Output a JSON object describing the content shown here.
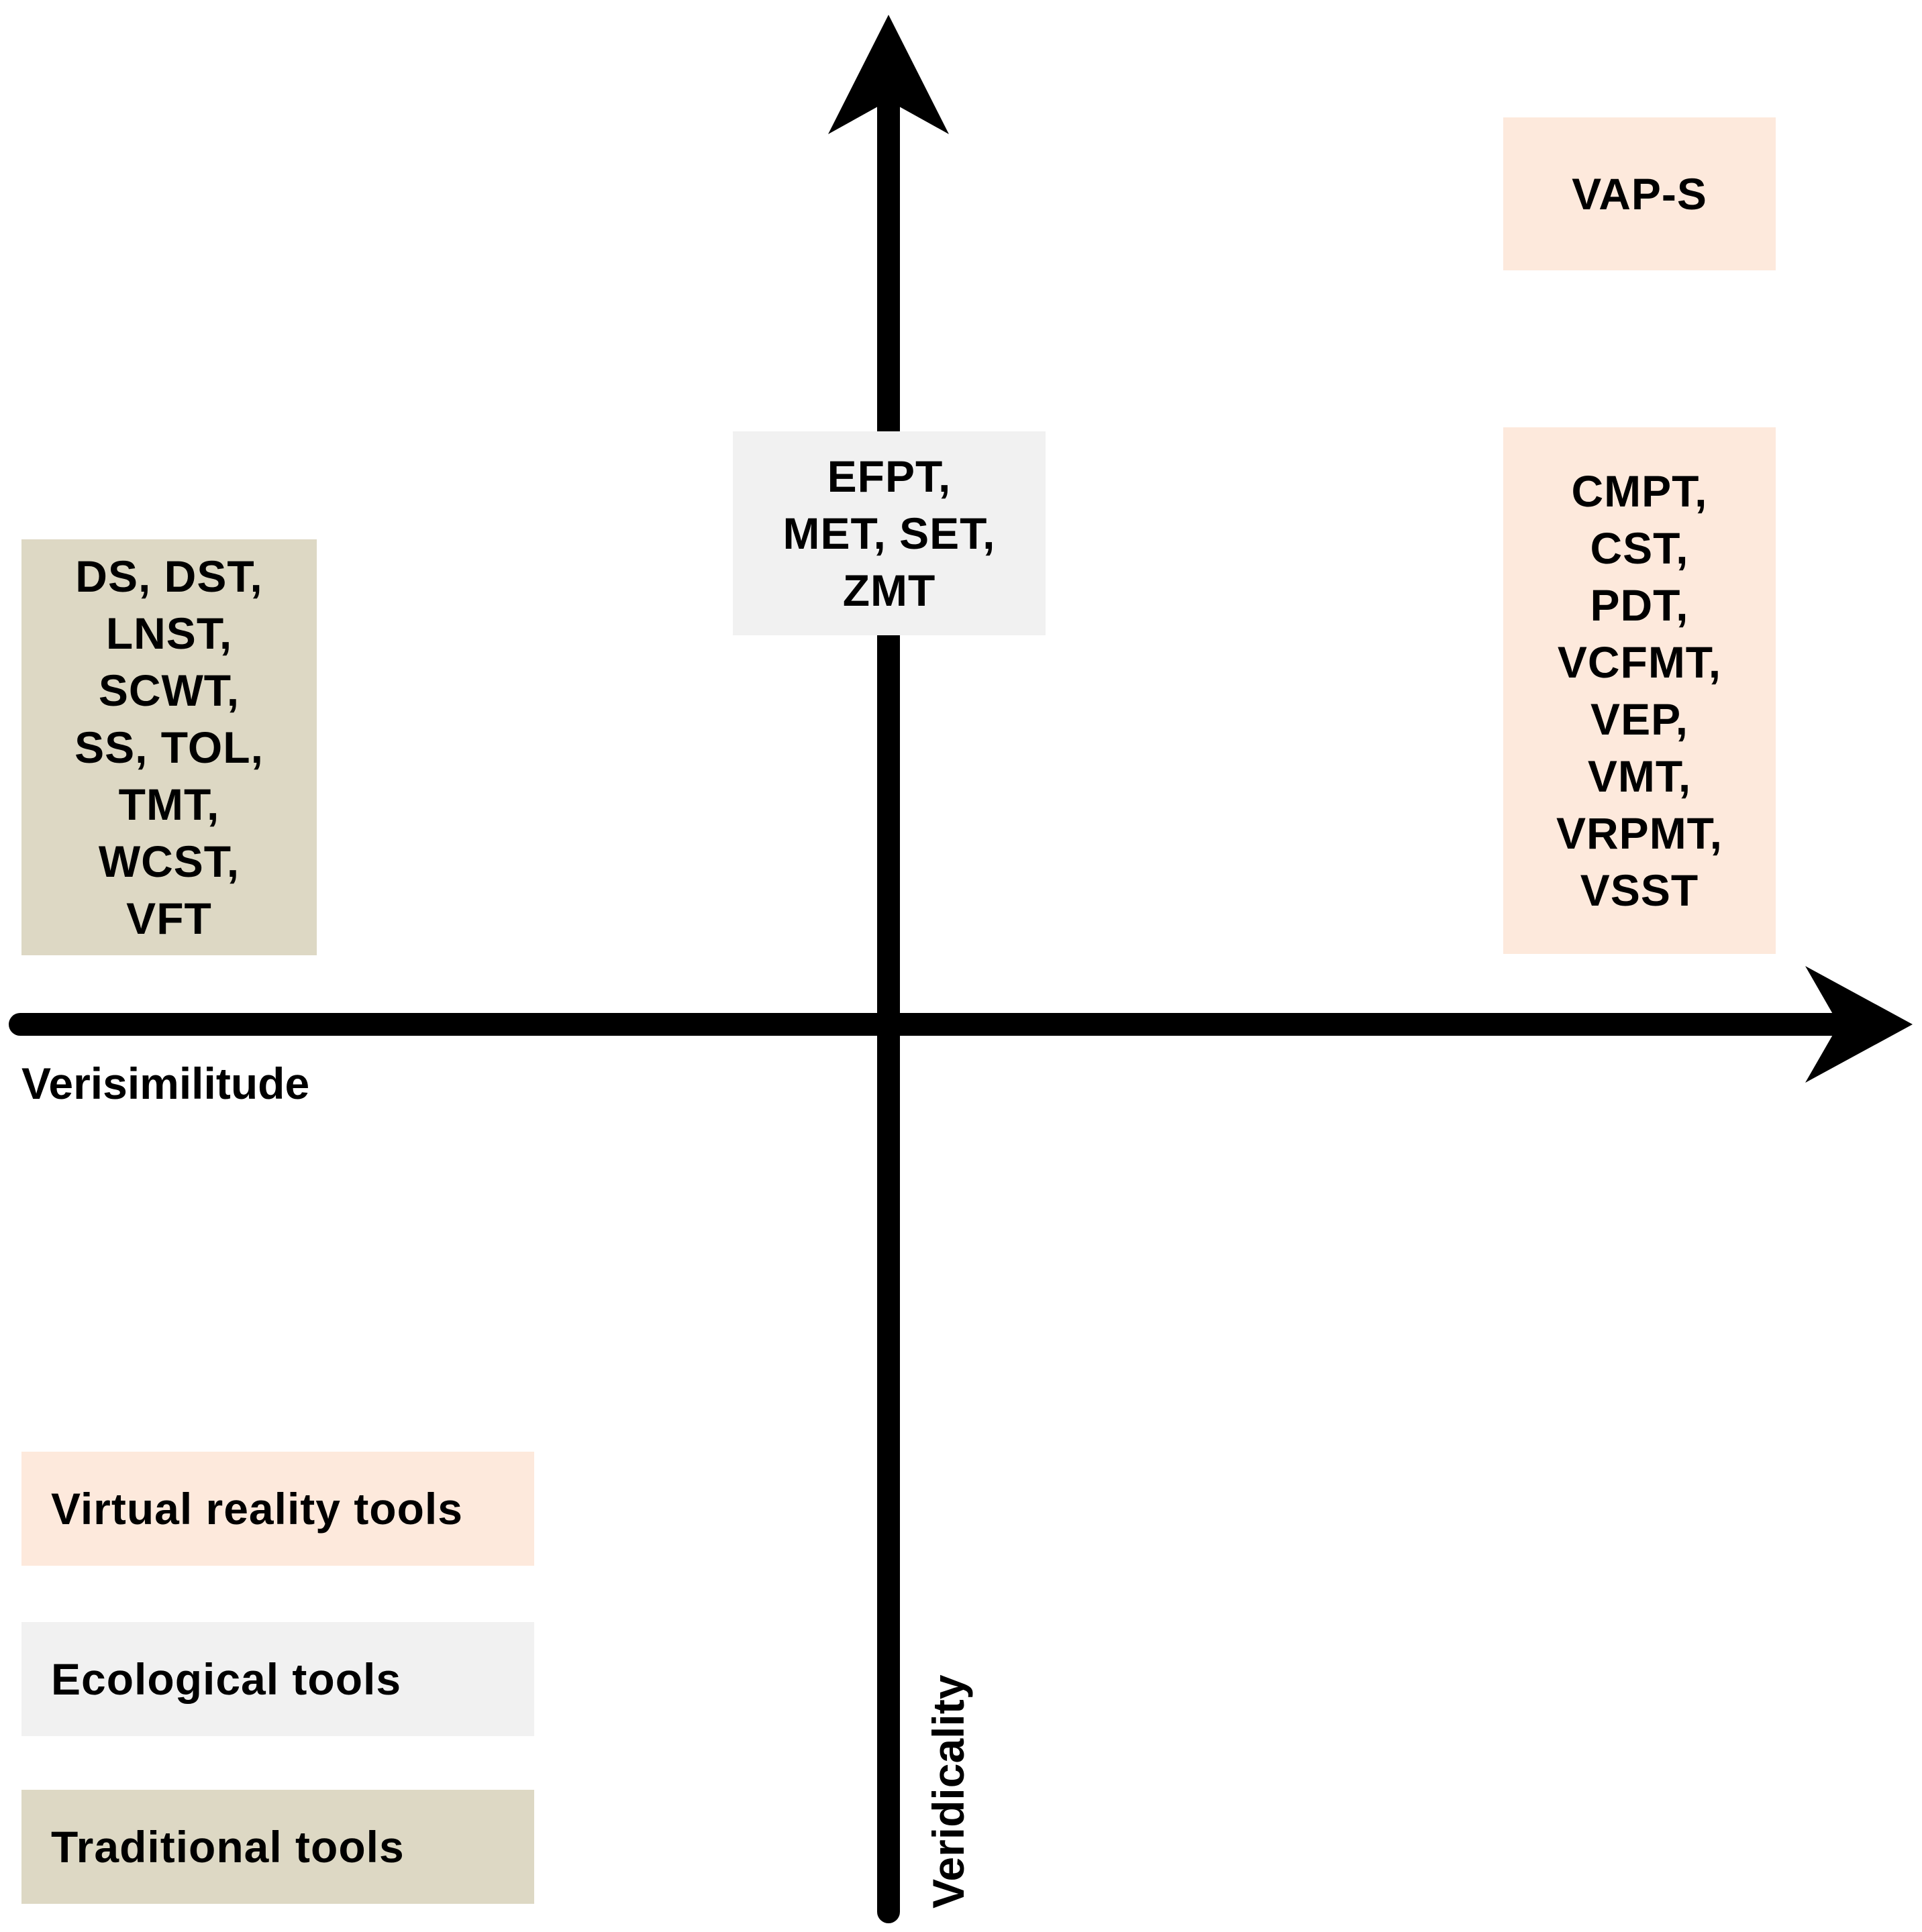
{
  "diagram": {
    "x_axis_label": "Verisimilitude",
    "y_axis_label": "Veridicality",
    "groups": {
      "traditional": {
        "lines": [
          "DS, DST,",
          "LNST,",
          "SCWT,",
          "SS, TOL,",
          "TMT,",
          "WCST,",
          "VFT"
        ]
      },
      "ecological": {
        "lines": [
          "EFPT,",
          "MET, SET,",
          "ZMT"
        ]
      },
      "vr_top": {
        "lines": [
          "VAP-S"
        ]
      },
      "vr": {
        "lines": [
          "CMPT,",
          "CST,",
          "PDT,",
          "VCFMT,",
          "VEP,",
          "VMT,",
          "VRPMT,",
          "VSST"
        ]
      }
    },
    "legend": [
      {
        "label": "Virtual reality tools",
        "color": "#fde9dc"
      },
      {
        "label": "Ecological tools",
        "color": "#f1f1f1"
      },
      {
        "label": "Traditional tools",
        "color": "#ddd8c4"
      }
    ],
    "axis_color": "#000000"
  }
}
